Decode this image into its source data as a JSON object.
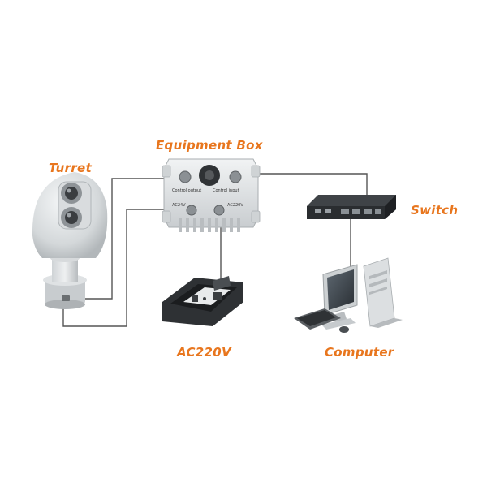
{
  "labels": {
    "equipment_box": "Equipment Box",
    "turret": "Turret",
    "switch": "Switch",
    "ac220v": "AC220V",
    "computer": "Computer"
  },
  "equipment_box_ports": {
    "left_top": "Control output",
    "right_top": "Control input",
    "left_bottom": "AC24V",
    "right_bottom": "AC220V"
  },
  "colors": {
    "label": "#E8761E",
    "wire": "#555555",
    "device_light": "#E3E6E8",
    "device_mid": "#C5C9CC",
    "device_dark": "#3A3D40"
  }
}
